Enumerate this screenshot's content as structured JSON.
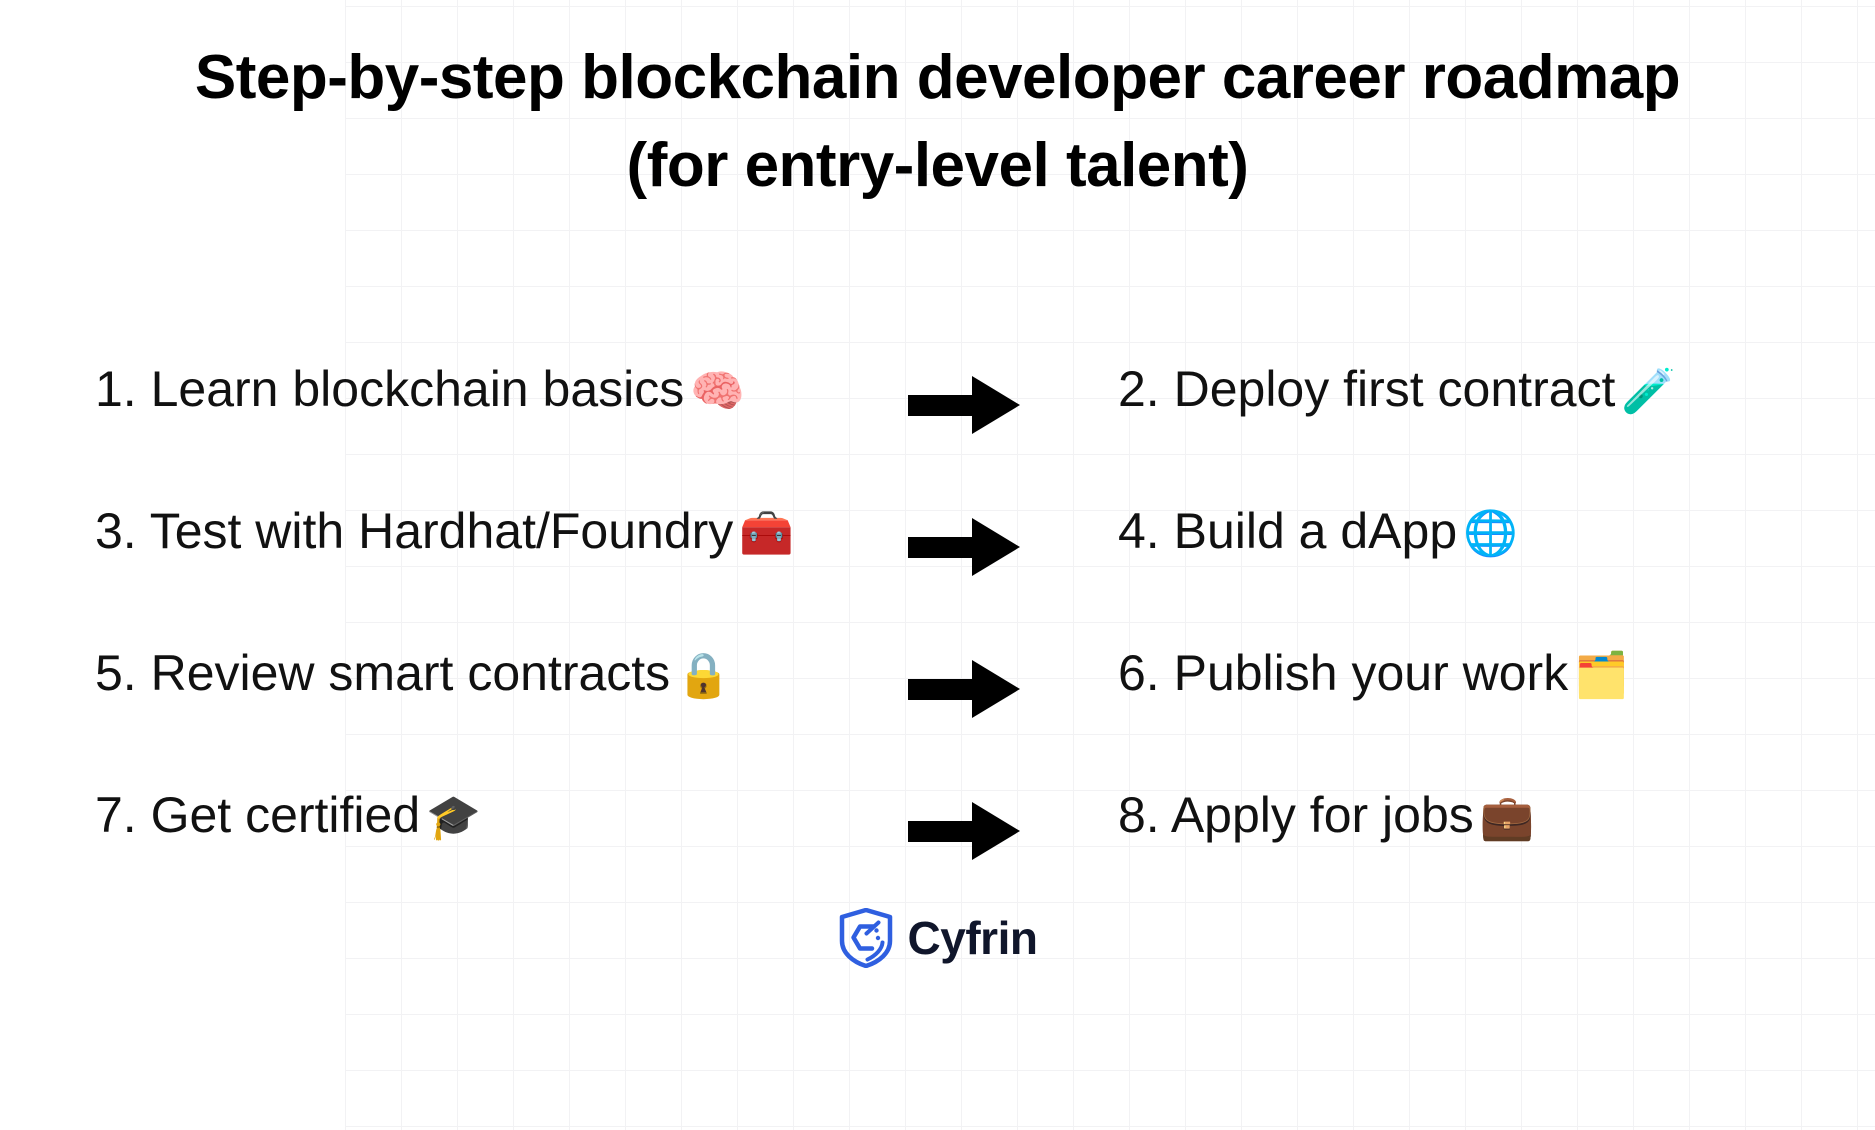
{
  "title": {
    "line1": "Step-by-step blockchain developer career roadmap",
    "line2": "(for entry-level talent)"
  },
  "steps": [
    {
      "text": "1. Learn blockchain basics",
      "emoji": "🧠",
      "emoji_name": "brain-emoji"
    },
    {
      "text": "2. Deploy first contract",
      "emoji": "🧪",
      "emoji_name": "test-tube-emoji"
    },
    {
      "text": "3. Test with Hardhat/Foundry",
      "emoji": "🧰",
      "emoji_name": "toolbox-emoji"
    },
    {
      "text": "4. Build a dApp",
      "emoji": "🌐",
      "emoji_name": "globe-emoji"
    },
    {
      "text": "5. Review smart contracts",
      "emoji": "🔒",
      "emoji_name": "lock-emoji"
    },
    {
      "text": "6. Publish your work",
      "emoji": "🗂️",
      "emoji_name": "card-index-dividers-emoji"
    },
    {
      "text": "7. Get certified",
      "emoji": "🎓",
      "emoji_name": "graduation-cap-emoji"
    },
    {
      "text": "8. Apply for jobs",
      "emoji": "💼",
      "emoji_name": "briefcase-emoji"
    }
  ],
  "rows": [
    {
      "left_index": 0,
      "right_index": 1,
      "arrow": "right-arrow"
    },
    {
      "left_index": 2,
      "right_index": 3,
      "arrow": "right-arrow"
    },
    {
      "left_index": 4,
      "right_index": 5,
      "arrow": "right-arrow"
    },
    {
      "left_index": 6,
      "right_index": 7,
      "arrow": "right-arrow"
    }
  ],
  "brand": {
    "name": "Cyfrin",
    "logo_name": "cyfrin-shield-logo",
    "logo_color": "#2f5fe0",
    "wordmark_color": "#10162b"
  },
  "colors": {
    "background": "#ffffff",
    "text": "#111111",
    "title": "#000000",
    "grid_line": "#f2f2f4",
    "arrow": "#000000"
  }
}
